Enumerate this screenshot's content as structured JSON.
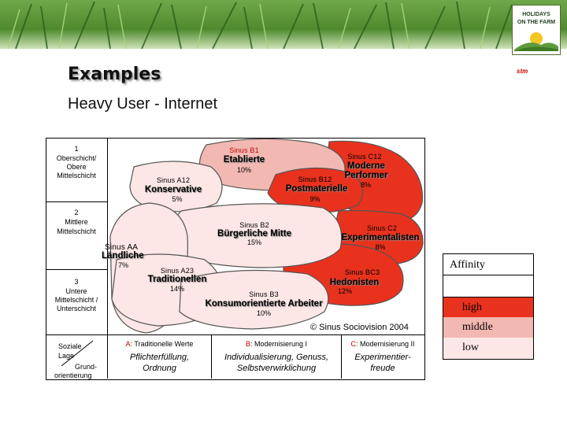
{
  "header": {
    "logo_line1": "HOLIDAYS",
    "logo_line2": "ON THE FARM",
    "brand_mark": "stm",
    "title": "Examples",
    "subtitle": "Heavy User - Internet"
  },
  "colors": {
    "high": "#e8321e",
    "middle": "#f2b8b2",
    "low": "#fde6e6",
    "accent_red": "#c00000",
    "bubble_border": "#555555"
  },
  "axis": {
    "rows": [
      {
        "number": "1",
        "label_line1": "Oberschicht/",
        "label_line2": "Obere",
        "label_line3": "Mittelschicht"
      },
      {
        "number": "2",
        "label_line1": "Mittlere",
        "label_line2": "Mittelschicht",
        "label_line3": ""
      },
      {
        "number": "3",
        "label_line1": "Untere",
        "label_line2": "Mittelschicht /",
        "label_line3": "Unterschicht"
      }
    ],
    "corner_top": "Soziale",
    "corner_mid": "Lage",
    "corner_bottom1": "Grund-",
    "corner_bottom2": "orientierung"
  },
  "milieus": [
    {
      "code": "Sinus B1",
      "name": "Etablierte",
      "percent": "10%",
      "affinity": "middle"
    },
    {
      "code": "Sinus C12",
      "name_line1": "Moderne",
      "name_line2": "Performer",
      "percent": "8%",
      "affinity": "high"
    },
    {
      "code": "Sinus A12",
      "name": "Konservative",
      "percent": "5%",
      "affinity": "low"
    },
    {
      "code": "Sinus B12",
      "name": "Postmaterielle",
      "percent": "9%",
      "affinity": "high"
    },
    {
      "code": "Sinus B2",
      "name": "Bürgerliche Mitte",
      "percent": "15%",
      "affinity": "low"
    },
    {
      "code": "Sinus C2",
      "name": "Experimentalisten",
      "percent": "8%",
      "affinity": "high"
    },
    {
      "code": "Sinus AA",
      "name": "Ländliche",
      "percent": "7%",
      "affinity": "low"
    },
    {
      "code": "Sinus A23",
      "name": "Traditionellen",
      "percent": "14%",
      "affinity": "low"
    },
    {
      "code": "Sinus BC3",
      "name": "Hedonisten",
      "percent": "12%",
      "affinity": "high"
    },
    {
      "code": "Sinus B3",
      "name": "Konsumorientierte Arbeiter",
      "percent": "10%",
      "affinity": "low"
    }
  ],
  "copyright": "© Sinus Sociovision 2004",
  "orientation": [
    {
      "letter": "A:",
      "head": "Traditionelle Werte",
      "line1": "Pflichterfüllung,",
      "line2": "Ordnung"
    },
    {
      "letter": "B:",
      "head": "Modernisierung I",
      "line1": "Individualisierung, Genuss,",
      "line2": "Selbstverwirklichung"
    },
    {
      "letter": "C:",
      "head": "Modernisierung II",
      "line1": "Experimentier-",
      "line2": "freude"
    }
  ],
  "legend": {
    "title": "Affinity",
    "high": "high",
    "middle": "middle",
    "low": "low"
  }
}
